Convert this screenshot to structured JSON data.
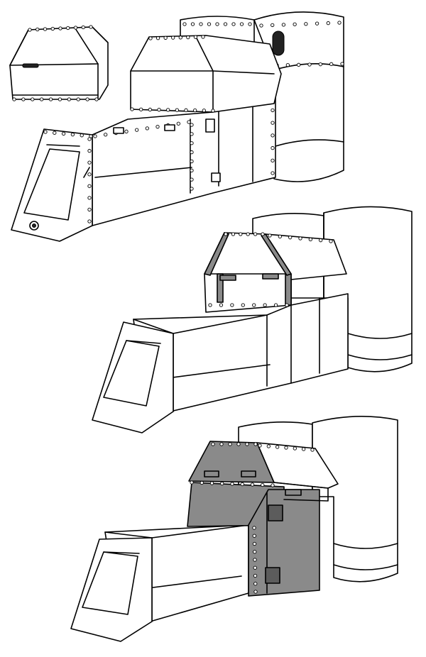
{
  "drawing": {
    "views": [
      {
        "name": "view-top"
      },
      {
        "name": "view-middle"
      },
      {
        "name": "view-bottom"
      }
    ],
    "colors": {
      "line": "#000000",
      "background": "#ffffff",
      "plate": "#8a8a8a",
      "plate_dark": "#5c5c5c"
    }
  }
}
